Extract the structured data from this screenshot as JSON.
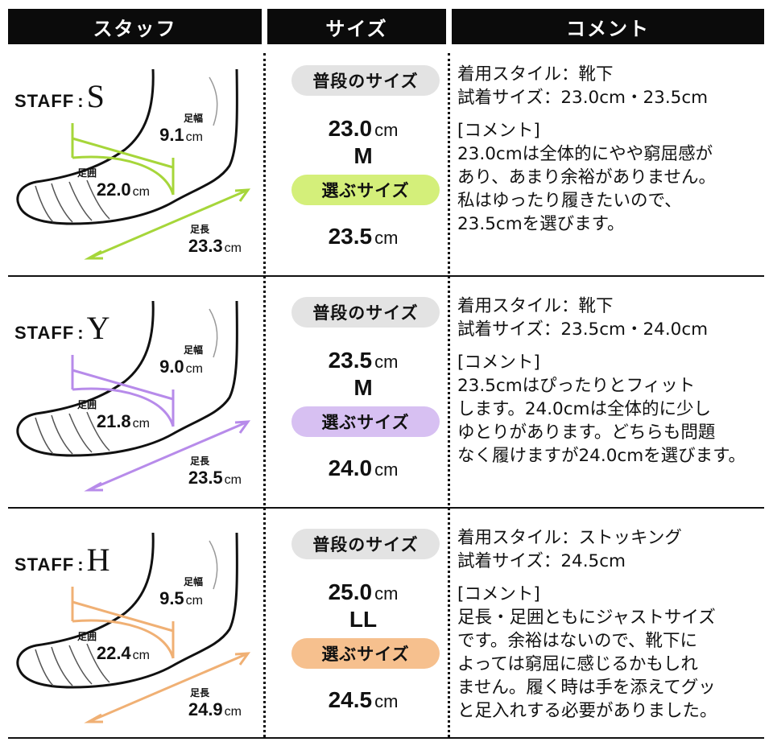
{
  "header": {
    "staff": "スタッフ",
    "size": "サイズ",
    "comment": "コメント"
  },
  "labels": {
    "staff_prefix": "STAFF",
    "colon": ":",
    "width_label": "足幅",
    "girth_label": "足囲",
    "length_label": "足長",
    "unit": "cm",
    "usual_size": "普段のサイズ",
    "choose_size": "選ぶサイズ"
  },
  "rows": [
    {
      "initial": "S",
      "accent": "#a6d63a",
      "pill_color": "#d4ef7a",
      "width": "9.1",
      "girth": "22.0",
      "length": "23.3",
      "usual_num": "23.0",
      "usual_letter": "M",
      "choose_num": "23.5",
      "comment": [
        "着用スタイル：靴下",
        "試着サイズ：23.0cm・23.5cm",
        "",
        "[コメント]",
        "23.0cmは全体的にやや窮屈感が",
        "あり、あまり余裕がありません。",
        "私はゆったり履きたいので、",
        "23.5cmを選びます。"
      ]
    },
    {
      "initial": "Y",
      "accent": "#b78bea",
      "pill_color": "#d7c0f2",
      "width": "9.0",
      "girth": "21.8",
      "length": "23.5",
      "usual_num": "23.5",
      "usual_letter": "M",
      "choose_num": "24.0",
      "comment": [
        "着用スタイル：靴下",
        "試着サイズ：23.5cm・24.0cm",
        "",
        "[コメント]",
        "23.5cmはぴったりとフィット",
        "します。24.0cmは全体的に少し",
        "ゆとりがあります。どちらも問題",
        "なく履けますが24.0cmを選びます。"
      ]
    },
    {
      "initial": "H",
      "accent": "#f0b074",
      "pill_color": "#f6c08e",
      "width": "9.5",
      "girth": "22.4",
      "length": "24.9",
      "usual_num": "25.0",
      "usual_letter": "LL",
      "choose_num": "24.5",
      "comment": [
        "着用スタイル：ストッキング",
        "試着サイズ：24.5cm",
        "",
        "[コメント]",
        "足長・足囲ともにジャストサイズ",
        "です。余裕はないので、靴下に",
        "よっては窮屈に感じるかもしれ",
        "ません。履く時は手を添えてグッ",
        "と足入れする必要がありました。"
      ]
    }
  ]
}
